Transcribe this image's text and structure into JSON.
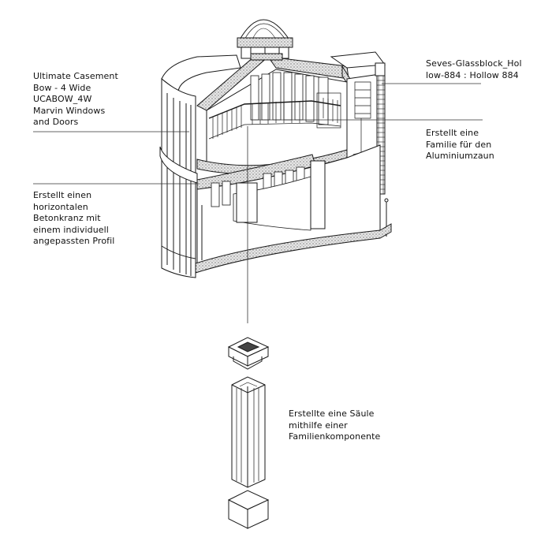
{
  "annotations": {
    "casement_window": "Ultimate Casement\nBow - 4 Wide\nUCABOW_4W\nMarvin Windows\nand Doors",
    "concrete_ring": "Erstellt einen\nhorizontalen\nBetonkranz mit\neinem individuell\nangepassten Profil",
    "glass_block": "Seves-Glassblock_Hol\nlow-884 : Hollow 884",
    "aluminium_fence": "Erstellt eine\nFamilie für den\nAluminiumzaun",
    "column_family": "Erstellte eine Säule\nmithilfe einer\nFamilienkomponente"
  },
  "colors": {
    "line": "#1a1a1a",
    "fill": "#ffffff",
    "section_fill": "#d9d9d9",
    "hatch": "#555555"
  }
}
